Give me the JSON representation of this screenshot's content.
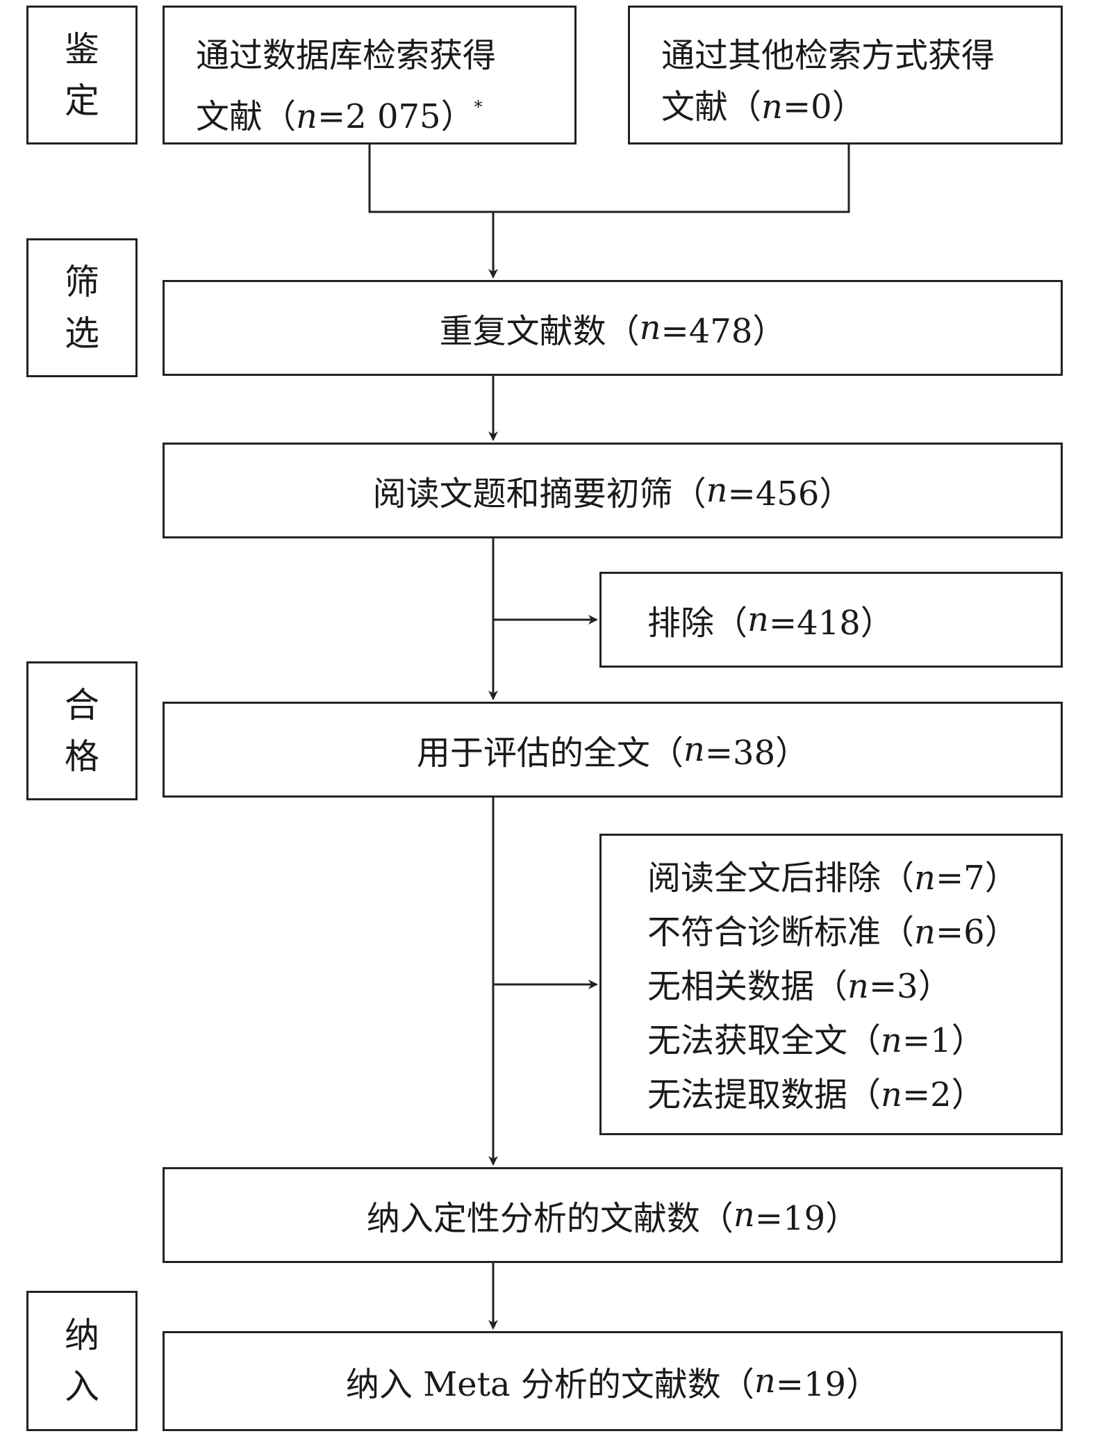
{
  "stages": {
    "identification": [
      "鉴",
      "定"
    ],
    "screening": [
      "筛",
      "选"
    ],
    "eligibility": [
      "合",
      "格"
    ],
    "included": [
      "纳",
      "入"
    ]
  },
  "boxes": {
    "database_search": {
      "line1": "通过数据库检索获得",
      "line2_pre": "文献（",
      "n_label": "n",
      "line2_post": "=2 075）",
      "footnote_mark": "*"
    },
    "other_search": {
      "line1": "通过其他检索方式获得",
      "line2_pre": "文献（",
      "n_label": "n",
      "line2_post": "=0）"
    },
    "duplicates": {
      "pre": "重复文献数（",
      "n_label": "n",
      "post": "=478）"
    },
    "title_abstract": {
      "pre": "阅读文题和摘要初筛（",
      "n_label": "n",
      "post": "=456）"
    },
    "excluded": {
      "pre": "排除（",
      "n_label": "n",
      "post": "=418）"
    },
    "full_text": {
      "pre": "用于评估的全文（",
      "n_label": "n",
      "post": "=38）"
    },
    "full_text_excluded": [
      {
        "pre": "阅读全文后排除（",
        "n_label": "n",
        "post": "=7）"
      },
      {
        "pre": "不符合诊断标准（",
        "n_label": "n",
        "post": "=6）"
      },
      {
        "pre": "无相关数据（",
        "n_label": "n",
        "post": "=3）"
      },
      {
        "pre": "无法获取全文（",
        "n_label": "n",
        "post": "=1）"
      },
      {
        "pre": "无法提取数据（",
        "n_label": "n",
        "post": "=2）"
      }
    ],
    "qualitative": {
      "pre": "纳入定性分析的文献数（",
      "n_label": "n",
      "post": "=19）"
    },
    "meta": {
      "pre": "纳入 Meta 分析的文献数（",
      "n_label": "n",
      "post": "=19）"
    }
  }
}
